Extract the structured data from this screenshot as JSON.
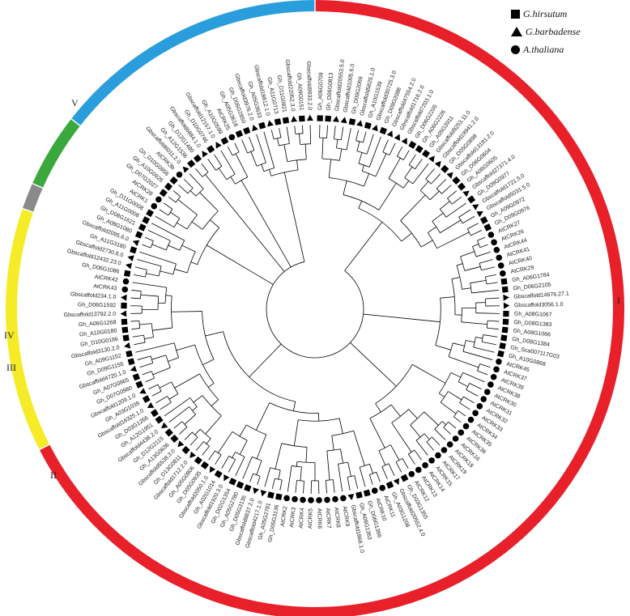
{
  "legend": [
    {
      "label": "G.hirsutum",
      "shape": "square"
    },
    {
      "label": "G.barbadense",
      "shape": "triangle"
    },
    {
      "label": "A.thaliana",
      "shape": "circle"
    }
  ],
  "clades": [
    {
      "label": "I",
      "color": "#e8202a",
      "from": 0,
      "to": 243
    },
    {
      "label": "II",
      "color": "#f5ec27",
      "from": 243,
      "to": 289
    },
    {
      "label": "III",
      "color": "#8a8a8a",
      "from": 289,
      "to": 294
    },
    {
      "label": "IV",
      "color": "#3aa83d",
      "from": 294,
      "to": 308
    },
    {
      "label": "V",
      "color": "#2a9edc",
      "from": 308,
      "to": 360
    }
  ],
  "leaves": [
    "Gh_A06G0709",
    "Gh_D06G0813",
    "Gbscaffold20553.5.0",
    "Gbscaffold1005.6.0",
    "Gh_D09G2069",
    "Gbscaffold5825.1.0",
    "Gh_A10G1539",
    "Gbscaffold30725.3.0",
    "Gh_D09G2086",
    "Gbscaffold47554.2.0",
    "Gbscaffold1716.2.0",
    "Gbscaffold7203.1.0",
    "Gh_D06G2205",
    "Gh_A06G2226",
    "Gh_A05G3911",
    "Gbscaffold9253.11.0",
    "Gbscaffold19941.2.0",
    "Gh_D05G0898",
    "Gbscaffold13181.2.0",
    "Gh_D06G0604",
    "Gh_A06G0605",
    "Gbscaffold27371.4.0",
    "Gh_D09G0977",
    "Gbscaffold1721.5.0",
    "Gbscaffold5031.5.0",
    "Gh_A09G0972",
    "Gh_D09G0976",
    "AtCRK27",
    "AtCRK26",
    "AtCRK44",
    "AtCRK41",
    "AtCRK40",
    "AtCRK29",
    "Gh_A06G1784",
    "Gh_D06G2105",
    "Gbscaffold14676.27.1",
    "Gbscaffold3056.1.0",
    "Gh_A08G1067",
    "Gh_D08G1383",
    "Gh_A08G1066",
    "Gh_D08G1384",
    "Gh_Sca007117G03",
    "Gh_A10G0868",
    "AtCRK45",
    "AtCRK37",
    "AtCRK39",
    "AtCRK38",
    "AtCRK30",
    "AtCRK31",
    "AtCRK32",
    "AtCRK33",
    "AtCRK34",
    "AtCRK35",
    "AtCRK36",
    "AtCRK16",
    "AtCRK18",
    "AtCRK19",
    "AtCRK17",
    "AtCRK15",
    "AtCRK14",
    "AtCRK13",
    "AtCRK12",
    "Gh_D03G1355",
    "Gbscaffold20552.4.0",
    "Gh_A03G1208",
    "AtCRK11",
    "AtCRK10",
    "Gh_D06G1366",
    "Gh_A06G1363",
    "Gbscaffold1866.1.0",
    "AtCRK9",
    "AtCRK8",
    "AtCRK7",
    "AtCRK6",
    "AtCRK5",
    "AtCRK4",
    "AtCRK3",
    "AtCRK2",
    "Gh_D05G3136",
    "Gh_A05G2781",
    "Gbscaffold4217.1.0",
    "Gbscaffold8837.2.0",
    "Gh_D05G3135",
    "Gh_A05G2780",
    "Gh_D02G1354",
    "Gbscaffold1920.3.0",
    "Gh_A02G1014",
    "Gbscaffold2050.1.0",
    "Gh_D05G0935",
    "Gh_A05G0806",
    "Gbscaffold1712.2.0",
    "Gh_D13G0811",
    "Gbscaffold5538.3.0",
    "Gh_A13G0636",
    "Gh_D12G2115",
    "Gbscaffold4438.2.0",
    "Gh_A12G1951",
    "Gh_D03G1266",
    "Gbscaffold16325.1.0",
    "Gh_A03G1039",
    "Gbscaffold1209.1.0",
    "Gh_D07G0980",
    "Gh_A07G0865",
    "Gbscaffold4720.1.0",
    "Gh_D09G1155",
    "Gh_A09G1152",
    "Gbscaffold3130.2.0",
    "Gh_D10G0186",
    "Gh_A10G0180",
    "Gh_A06G1268",
    "Gbscaffold13792.2.0",
    "Gh_D06G1592",
    "Gbscaffold234.1.0",
    "AtCRK43",
    "AtCRK42",
    "Gh_D06G1086",
    "Gbscaffold12432.23.0",
    "Gbscaffold2730.6.0",
    "Gh_A11G3180",
    "Gbscaffold2095.6.0",
    "Gh_A08G1080",
    "Gh_D08G1621",
    "Gh_A11G0008",
    "Gh_D11G0008",
    "AtCRK1",
    "AtCRK28",
    "Gh_D07G2027",
    "Gh_A10G0926",
    "Gh_D10G0956",
    "AtCRK3b",
    "Gbscaffold6011.2.0",
    "Gh_A12G1536",
    "Gh_D12G1480",
    "Gbscaffold6884.1.0",
    "Gh_D10G0746",
    "Gbscaffold12157.1.0",
    "Gh_A10G0599",
    "AtCRK25",
    "Gh_A05G3618",
    "Gh_D05G2850",
    "Gbscaffold3976.2.0",
    "Gh_A05G3633",
    "Gbscaffold18812.1.0",
    "Gh_A11G0713",
    "Gh_D11G0821",
    "Gbscaffold22052.3.0",
    "Gh_A09G0151",
    "Gbscaffold9933.2.0"
  ]
}
